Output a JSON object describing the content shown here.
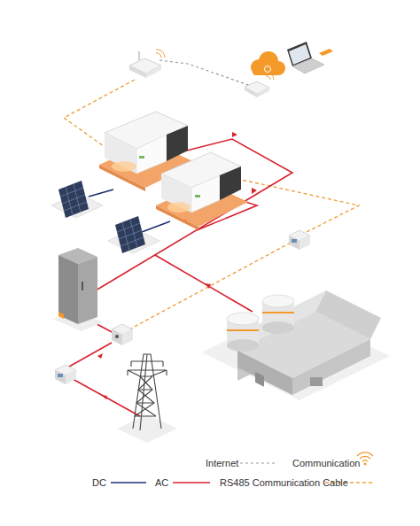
{
  "diagram": {
    "legend": [
      {
        "text": "Internet"
      },
      {
        "text": "Communication"
      },
      {
        "text": "DC"
      },
      {
        "text": "AC"
      },
      {
        "text": "RS485 Communication Cable"
      }
    ]
  }
}
